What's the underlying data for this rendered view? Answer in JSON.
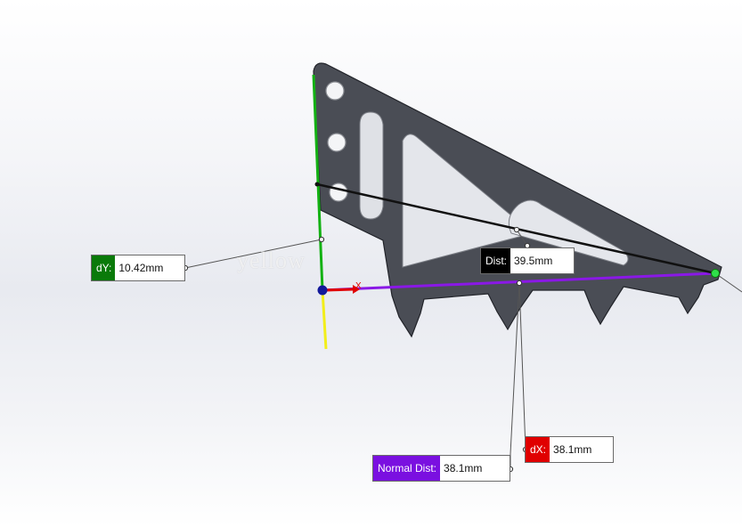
{
  "measurements": {
    "dy": {
      "label": "dY:",
      "value": "10.42mm",
      "color": "#0a7a0a"
    },
    "dist": {
      "label": "Dist:",
      "value": "39.5mm",
      "color": "#000000"
    },
    "dx": {
      "label": "dX:",
      "value": "38.1mm",
      "color": "#e00000"
    },
    "normal_dist": {
      "label": "Normal Dist:",
      "value": "38.1mm",
      "color": "#7a10e0"
    }
  },
  "triad": {
    "x_axis_label": "X"
  },
  "watermark": {
    "text": "yellow"
  },
  "colors": {
    "part_fill": "#4a4d55",
    "part_edge": "#22242a",
    "axis_green": "#13b113",
    "axis_yellow": "#f2ee1a",
    "axis_purple": "#8a18e6",
    "origin_blue": "#12189a"
  }
}
